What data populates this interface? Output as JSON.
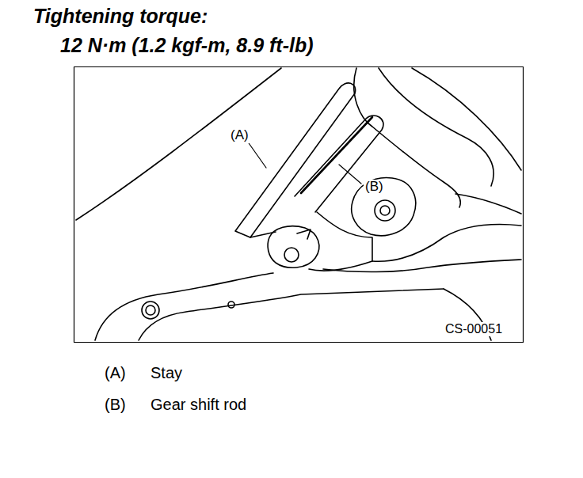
{
  "diagram": {
    "title": "Tightening torque:",
    "labels": [
      "12 N·m (1.2 kgf-m, 8.9 ft-lb)",
      "(A)",
      "(B)",
      "CS-00051",
      "(A)",
      "Stay",
      "(B)",
      "Gear shift rod"
    ]
  }
}
